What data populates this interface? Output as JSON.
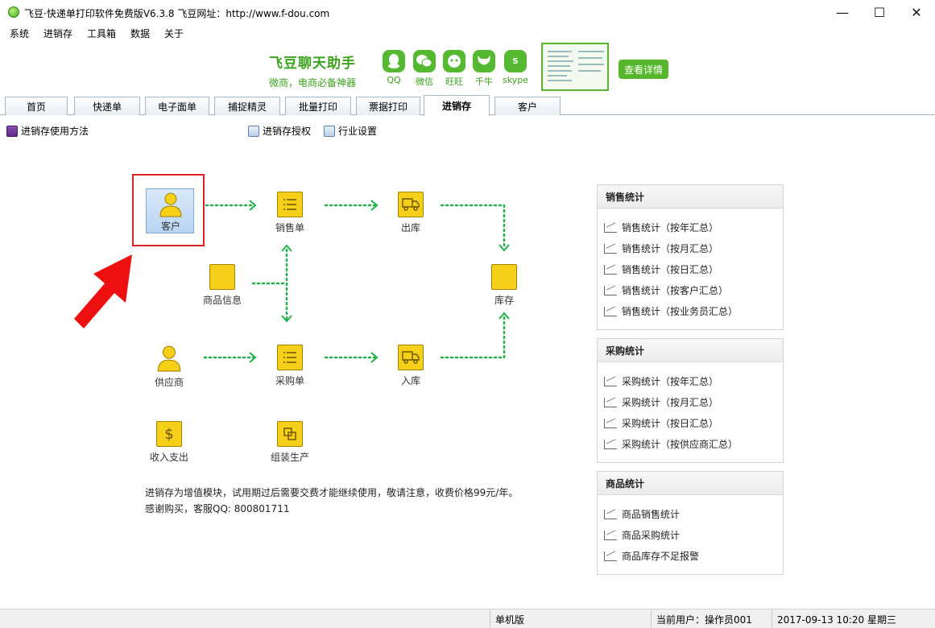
{
  "window": {
    "title": "飞豆·快递单打印软件免费版V6.3.8  飞豆网址：http://www.f-dou.com",
    "minimize": "—",
    "maximize": "☐",
    "close": "✕"
  },
  "menu": [
    "系统",
    "进销存",
    "工具箱",
    "数据",
    "关于"
  ],
  "banner": {
    "title": "飞豆聊天助手",
    "subtitle": "微商，电商必备神器",
    "apps": [
      "QQ",
      "微信",
      "旺旺",
      "千牛",
      "skype"
    ],
    "detail_button": "查看详情"
  },
  "tabs": [
    "首页",
    "快递单",
    "电子面单",
    "捕捉精灵",
    "批量打印",
    "票据打印",
    "进销存",
    "客户"
  ],
  "active_tab": "进销存",
  "toolbar": {
    "howto": "进销存使用方法",
    "license": "进销存授权",
    "industry": "行业设置"
  },
  "flow": {
    "customer": "客户",
    "sales_order": "销售单",
    "outbound": "出库",
    "product_info": "商品信息",
    "inventory": "库存",
    "supplier": "供应商",
    "purchase_order": "采购单",
    "inbound": "入库",
    "income_expense": "收入支出",
    "assembly": "组装生产"
  },
  "note": {
    "line1": "进销存为增值模块，试用期过后需要交费才能继续使用，敬请注意，收费价格99元/年。",
    "line2": "感谢购买，客服QQ: 800801711"
  },
  "sales_stats": {
    "title": "销售统计",
    "items": [
      "销售统计（按年汇总）",
      "销售统计（按月汇总）",
      "销售统计（按日汇总）",
      "销售统计（按客户汇总）",
      "销售统计（按业务员汇总）"
    ]
  },
  "purchase_stats": {
    "title": "采购统计",
    "items": [
      "采购统计（按年汇总）",
      "采购统计（按月汇总）",
      "采购统计（按日汇总）",
      "采购统计（按供应商汇总）"
    ]
  },
  "product_stats": {
    "title": "商品统计",
    "items": [
      "商品销售统计",
      "商品采购统计",
      "商品库存不足报警"
    ]
  },
  "status": {
    "mode": "单机版",
    "user": "当前用户：操作员001",
    "datetime": "2017-09-13 10:20 星期三"
  }
}
